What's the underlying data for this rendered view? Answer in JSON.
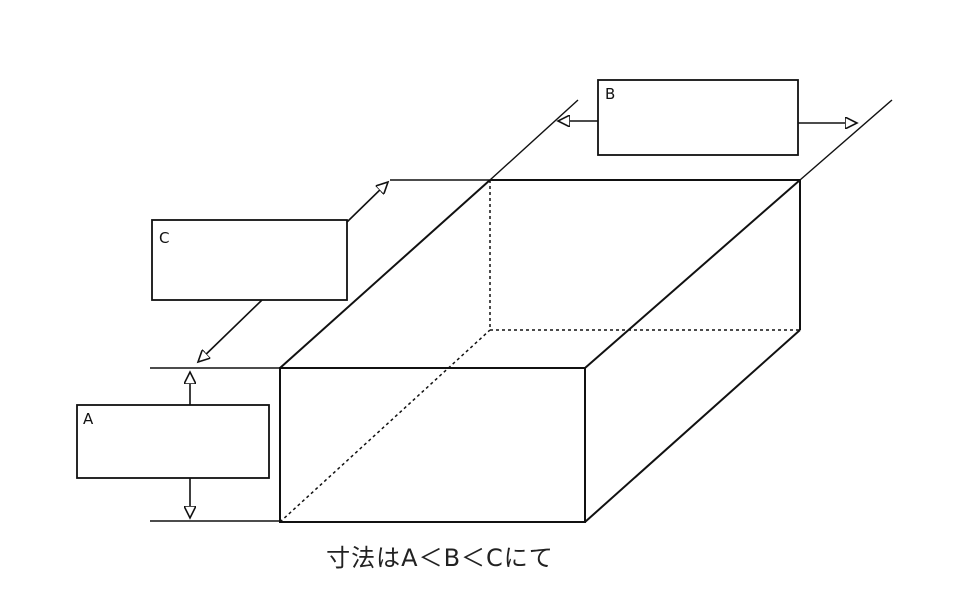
{
  "labels": {
    "a": "A",
    "b": "B",
    "c": "C"
  },
  "caption": "寸法はA＜B＜Cにて",
  "colors": {
    "line": "#111111",
    "background": "#ffffff"
  }
}
